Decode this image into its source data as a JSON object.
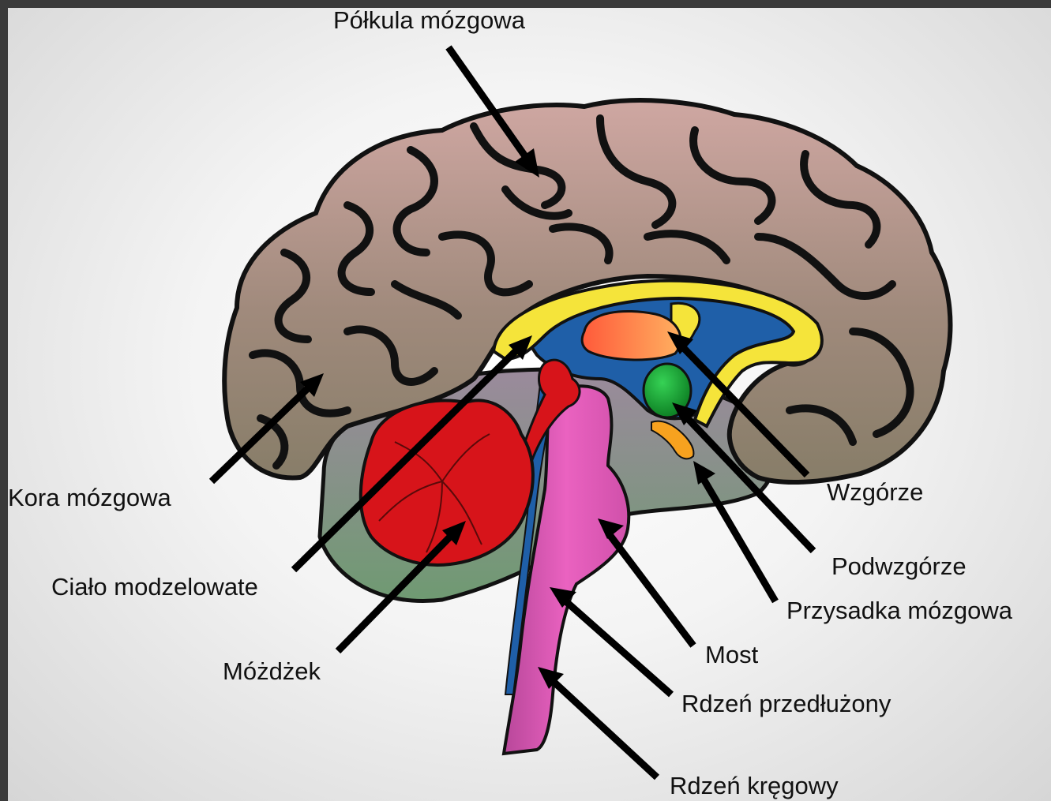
{
  "labels": {
    "polkula": "Półkula mózgowa",
    "kora": "Kora mózgowa",
    "cialo": "Ciało modzelowate",
    "mozdzek": "Móżdżek",
    "wzgorze": "Wzgórze",
    "podwzgorze": "Podwzgórze",
    "przysadka": "Przysadka mózgowa",
    "most": "Most",
    "rdzen_przedluzony": "Rdzeń przedłużony",
    "rdzen_kregowy": "Rdzeń kręgowy"
  },
  "colors": {
    "cortex_top": "#c9a39d",
    "cortex_bottom": "#8c806a",
    "corpus_callosum": "#f5e43a",
    "ventricle": "#1f5fa8",
    "thalamus": "#ff6a3c",
    "hypothalamus": "#13a836",
    "pituitary": "#f7a21f",
    "brainstem": "#e05ab4",
    "cerebellum": "#d7141a",
    "cerebellum_bg": "#7a9e78"
  }
}
